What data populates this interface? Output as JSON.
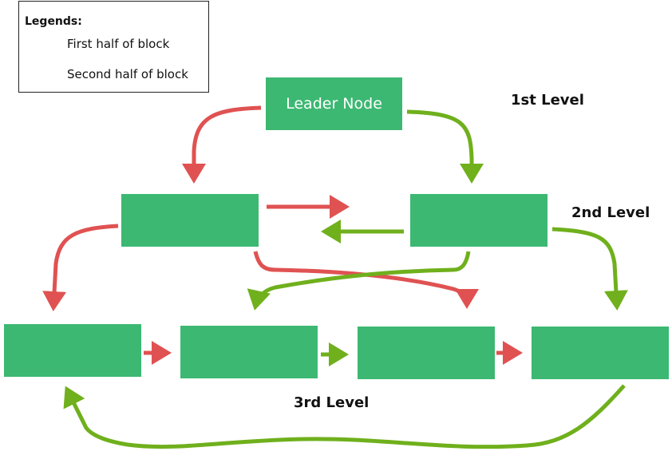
{
  "legend": {
    "title": "Legends:",
    "items": [
      {
        "label": "First half of block",
        "color": "#6fb01c"
      },
      {
        "label": "Second half of block",
        "color": "#e05252"
      }
    ]
  },
  "levels": {
    "first": "1st Level",
    "second": "2nd Level",
    "third": "3rd Level"
  },
  "nodes": {
    "leader": "Leader Node",
    "l2_left": "",
    "l2_right": "",
    "l3_1": "",
    "l3_2": "",
    "l3_3": "",
    "l3_4": ""
  },
  "colors": {
    "node": "#3cb872",
    "first_half": "#6fb01c",
    "second_half": "#e05252"
  }
}
